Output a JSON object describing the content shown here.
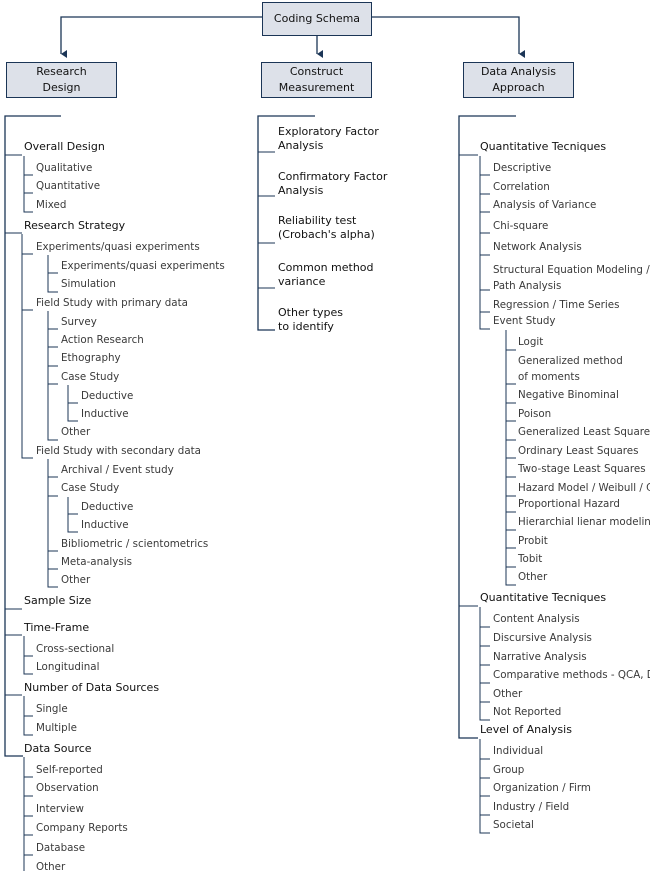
{
  "root": "Coding Schema",
  "columns": {
    "research": {
      "title": "Research\nDesign",
      "overall": {
        "label": "Overall Design",
        "items": [
          "Qualitative",
          "Quantitative",
          "Mixed"
        ]
      },
      "strategy": {
        "label": "Research Strategy",
        "experiments": {
          "label": "Experiments/quasi experiments",
          "items": [
            "Experiments/quasi experiments",
            "Simulation"
          ]
        },
        "field_primary": {
          "label": "Field Study with primary data",
          "items": [
            "Survey",
            "Action Research",
            "Ethography"
          ],
          "case_study": {
            "label": "Case Study",
            "items": [
              "Deductive",
              "Inductive"
            ]
          },
          "other": "Other"
        },
        "field_secondary": {
          "label": "Field Study with secondary data",
          "archival": "Archival / Event study",
          "case_study": {
            "label": "Case Study",
            "items": [
              "Deductive",
              "Inductive"
            ]
          },
          "items": [
            "Bibliometric / scientometrics",
            "Meta-analysis",
            "Other"
          ]
        }
      },
      "sample_size": "Sample Size",
      "time_frame": {
        "label": "Time-Frame",
        "items": [
          "Cross-sectional",
          "Longitudinal"
        ]
      },
      "num_sources": {
        "label": "Number of Data Sources",
        "items": [
          "Single",
          "Multiple"
        ]
      },
      "data_source": {
        "label": "Data Source",
        "items": [
          "Self-reported",
          "Observation",
          "Interview",
          "Company Reports",
          "Database",
          "Other"
        ]
      }
    },
    "construct": {
      "title": "Construct\nMeasurement",
      "items": [
        "Exploratory Factor\nAnalysis",
        "Confirmatory Factor\nAnalysis",
        "Reliability test\n(Crobach's alpha)",
        "Common method\nvariance",
        "Other types\nto identify"
      ]
    },
    "analysis": {
      "title": "Data Analysis\nApproach",
      "quant": {
        "label": "Quantitative Tecniques",
        "items": [
          "Descriptive",
          "Correlation",
          "Analysis of Variance",
          "Chi-square",
          "Network Analysis",
          "Structural Equation Modeling /\nPath Analysis",
          "Regression / Time Series"
        ],
        "event_study": {
          "label": "Event Study",
          "items": [
            "Logit",
            "Generalized method\nof moments",
            "Negative Binominal",
            "Poison",
            "Generalized Least Squares",
            "Ordinary Least Squares",
            "Two-stage Least Squares",
            "Hazard Model / Weibull / Cox",
            "Proportional Hazard",
            "Hierarchial lienar modeling",
            "Probit",
            "Tobit",
            "Other"
          ]
        }
      },
      "qual": {
        "label": "Quantitative Tecniques",
        "items": [
          "Content Analysis",
          "Discursive Analysis",
          "Narrative Analysis",
          "Comparative methods - QCA, DFA",
          "Other",
          "Not Reported"
        ]
      },
      "level": {
        "label": "Level of Analysis",
        "items": [
          "Individual",
          "Group",
          "Organization / Firm",
          "Industry / Field",
          "Societal"
        ]
      }
    }
  }
}
